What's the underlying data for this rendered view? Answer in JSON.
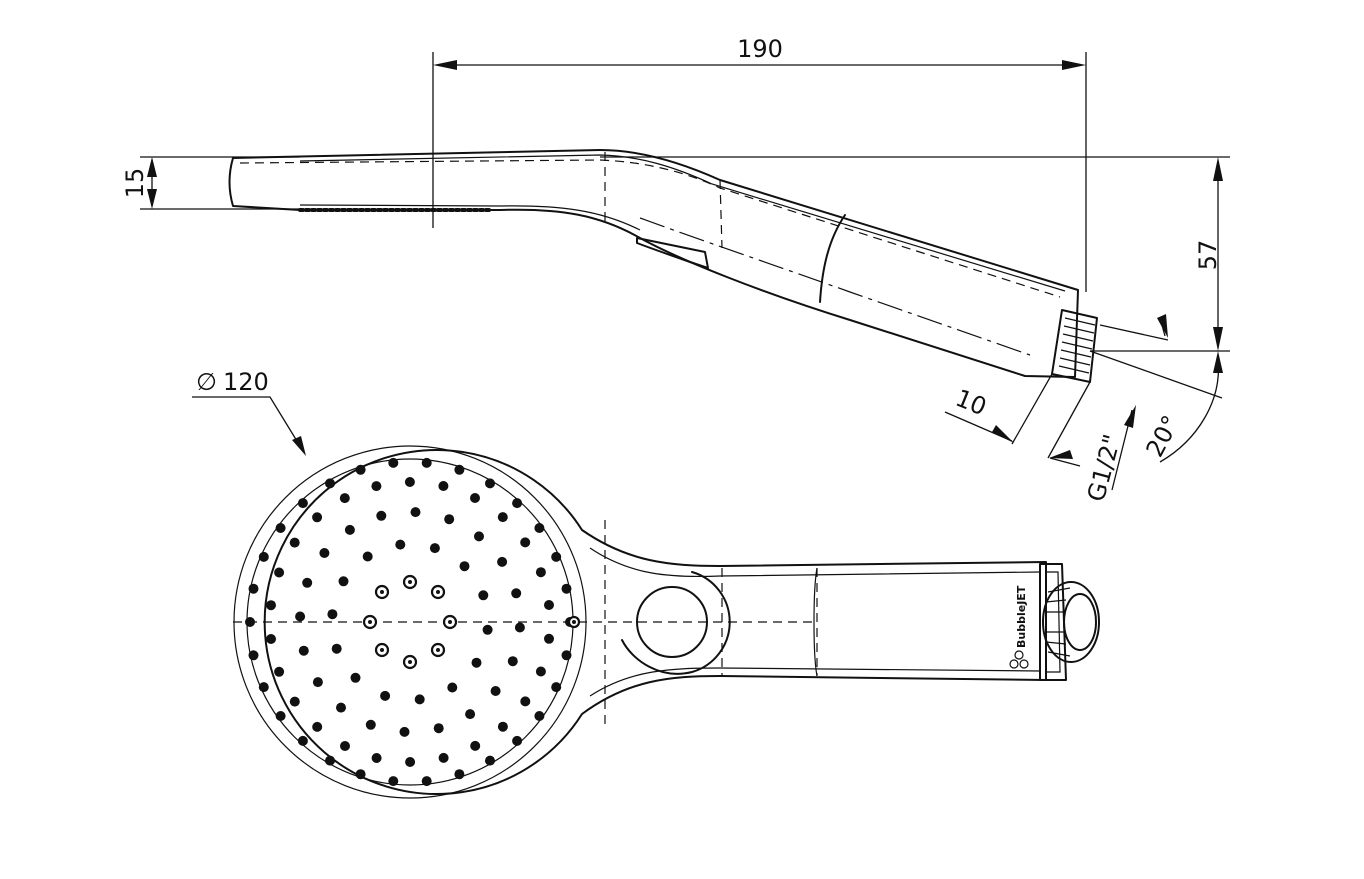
{
  "dimensions": {
    "length": "190",
    "thickness": "15",
    "height": "57",
    "thread_len": "10",
    "angle": "20°",
    "thread": "G1/2\"",
    "diameter": "120"
  },
  "symbols": {
    "diameter": "∅"
  },
  "logo": {
    "brand": "BubbleJET"
  },
  "colors": {
    "ink": "#111111",
    "paper": "#ffffff"
  }
}
